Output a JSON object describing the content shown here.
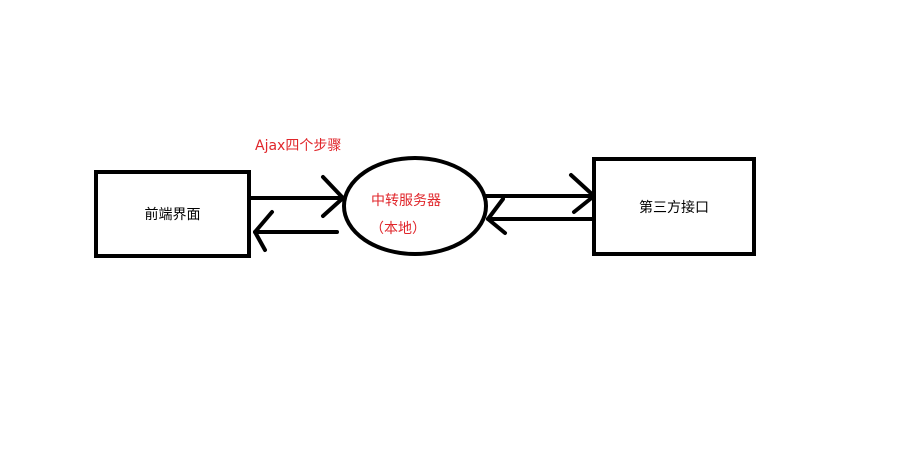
{
  "diagram": {
    "annotation": "Ajax四个步骤",
    "nodes": {
      "frontend": {
        "label": "前端界面"
      },
      "relay": {
        "label": "中转服务器",
        "sublabel": "（本地）"
      },
      "third_party": {
        "label": "第三方接口"
      }
    },
    "edges": [
      {
        "from": "frontend",
        "to": "relay"
      },
      {
        "from": "relay",
        "to": "frontend"
      },
      {
        "from": "relay",
        "to": "third_party"
      },
      {
        "from": "third_party",
        "to": "relay"
      }
    ]
  },
  "colors": {
    "stroke": "#000000",
    "accent_text": "#e0262b",
    "label_text": "#000000"
  }
}
